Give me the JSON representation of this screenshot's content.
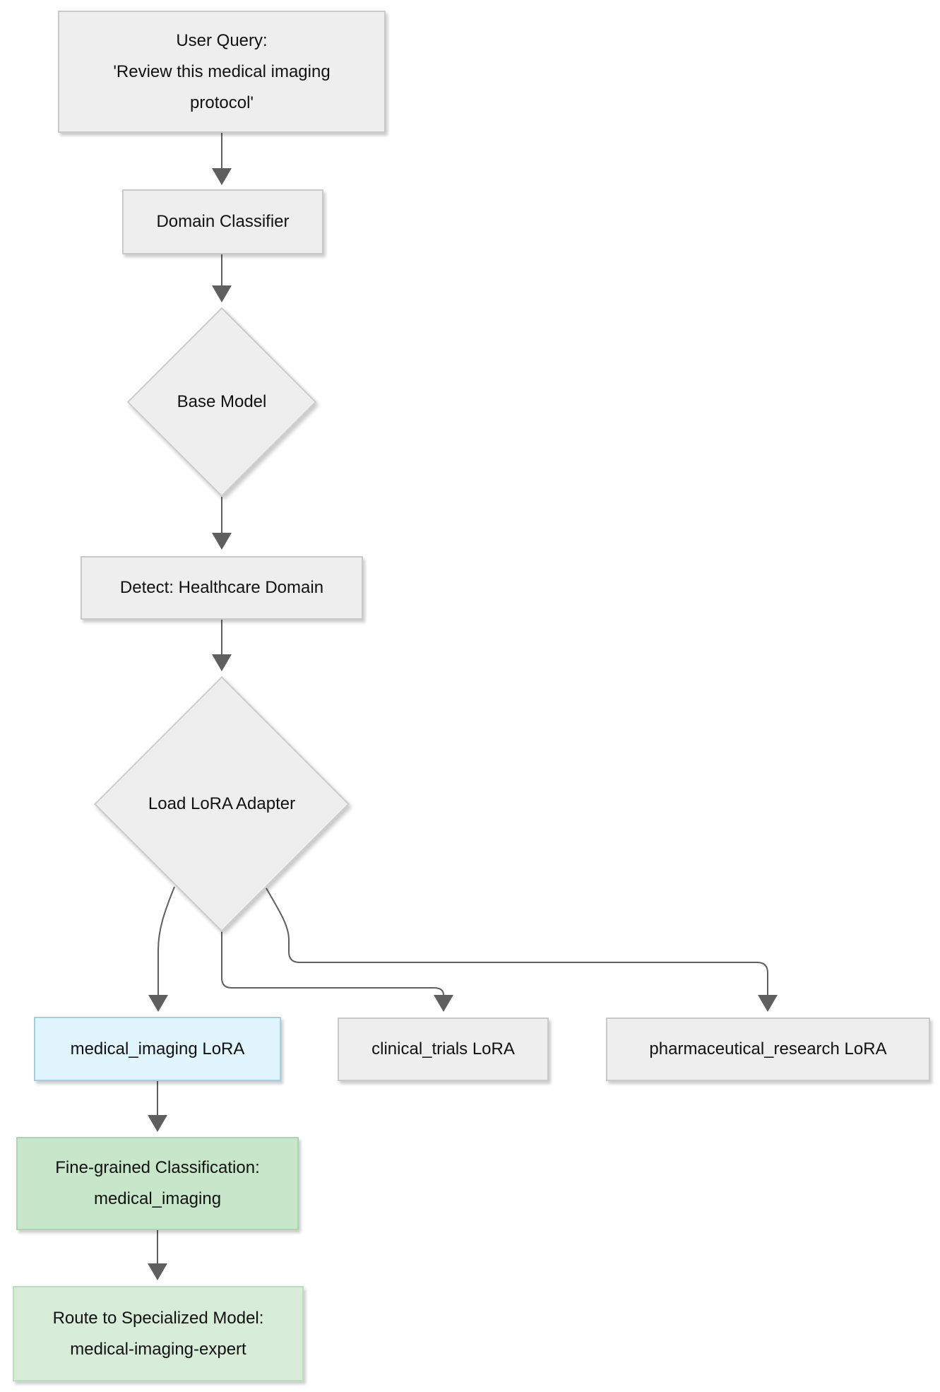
{
  "flowchart": {
    "nodes": {
      "user_query": {
        "lines": [
          "User Query:",
          "'Review this medical imaging",
          "protocol'"
        ],
        "shape": "rectangle",
        "fill": "#eeeeee"
      },
      "domain_classifier": {
        "lines": [
          "Domain Classifier"
        ],
        "shape": "rectangle",
        "fill": "#eeeeee"
      },
      "base_model": {
        "lines": [
          "Base Model"
        ],
        "shape": "diamond",
        "fill": "#eeeeee"
      },
      "detect_healthcare_domain": {
        "lines": [
          "Detect: Healthcare Domain"
        ],
        "shape": "rectangle",
        "fill": "#eeeeee"
      },
      "load_lora_adapter": {
        "lines": [
          "Load LoRA Adapter"
        ],
        "shape": "diamond",
        "fill": "#eeeeee"
      },
      "medical_imaging_lora": {
        "lines": [
          "medical_imaging LoRA"
        ],
        "shape": "rectangle",
        "fill": "#e1f5fe"
      },
      "clinical_trials_lora": {
        "lines": [
          "clinical_trials LoRA"
        ],
        "shape": "rectangle",
        "fill": "#eeeeee"
      },
      "pharmaceutical_research_lora": {
        "lines": [
          "pharmaceutical_research LoRA"
        ],
        "shape": "rectangle",
        "fill": "#eeeeee"
      },
      "fine_grained_classification": {
        "lines": [
          "Fine-grained Classification:",
          "medical_imaging"
        ],
        "shape": "rectangle",
        "fill": "#c8e6c9"
      },
      "route_to_specialized_model": {
        "lines": [
          "Route to Specialized Model:",
          "medical-imaging-expert"
        ],
        "shape": "rectangle",
        "fill": "#d7ecd9"
      }
    },
    "edges": [
      {
        "from": "user_query",
        "to": "domain_classifier"
      },
      {
        "from": "domain_classifier",
        "to": "base_model"
      },
      {
        "from": "base_model",
        "to": "detect_healthcare_domain"
      },
      {
        "from": "detect_healthcare_domain",
        "to": "load_lora_adapter"
      },
      {
        "from": "load_lora_adapter",
        "to": "medical_imaging_lora"
      },
      {
        "from": "load_lora_adapter",
        "to": "clinical_trials_lora"
      },
      {
        "from": "load_lora_adapter",
        "to": "pharmaceutical_research_lora"
      },
      {
        "from": "medical_imaging_lora",
        "to": "fine_grained_classification"
      },
      {
        "from": "fine_grained_classification",
        "to": "route_to_specialized_model"
      }
    ],
    "colors": {
      "background": "#ffffff",
      "text": "#111111",
      "edge": "#5f5f5f",
      "node_fill_gray": "#eeeeee",
      "node_border_gray": "#c9c9c9",
      "node_fill_blue": "#e1f5fe",
      "node_border_blue": "#a3cfe3",
      "node_fill_green": "#c8e6c9",
      "node_border_green": "#aed3b0",
      "node_fill_green_light": "#d7ecd9",
      "node_border_green_light": "#bcdebe"
    }
  }
}
